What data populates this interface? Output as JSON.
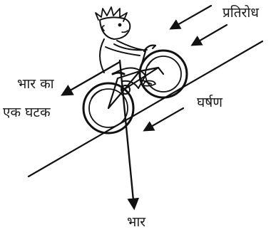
{
  "diagram": {
    "labels": {
      "resistance": "प्रतिरोध",
      "weight_component_line1": "भार का",
      "weight_component_line2": "एक घटक",
      "friction": "घर्षण",
      "weight": "भार"
    },
    "colors": {
      "ink": "#111111",
      "background": "#ffffff"
    }
  }
}
